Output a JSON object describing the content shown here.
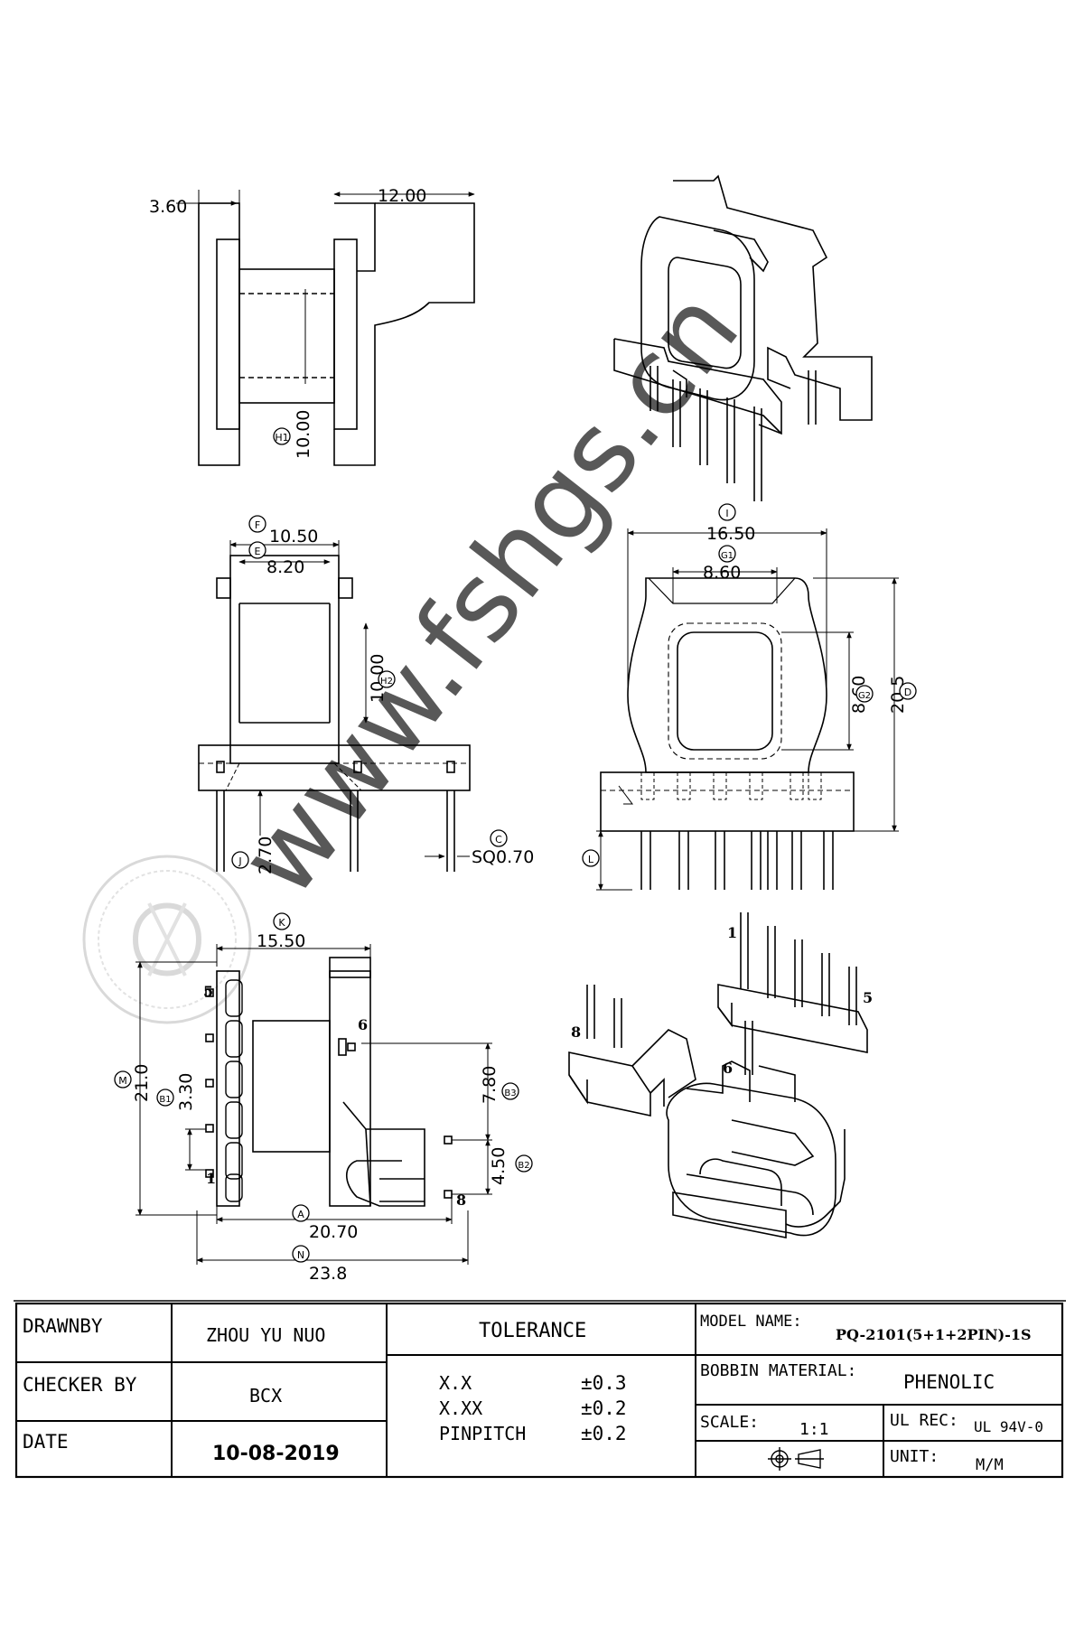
{
  "watermark": {
    "text": "www.fshgs.cn",
    "color": "#c8c8c8"
  },
  "dims": {
    "top_left_width": "3.60",
    "top_right_width": "12.00",
    "top_height": "10.00",
    "f_width": "10.50",
    "e_width": "8.20",
    "h2_height": "10.00",
    "j_pin": "2.70",
    "c_pin": "SQ0.70",
    "i_width": "16.50",
    "g1_width": "8.60",
    "g2_height": "8.60",
    "d_height": "20.5",
    "k_width": "15.50",
    "m_height": "21.0",
    "b1_pitch": "3.30",
    "b3_spacing": "7.80",
    "b2_spacing": "4.50",
    "a_width": "20.70",
    "n_width": "23.8"
  },
  "labels": {
    "h1": "H1",
    "f": "F",
    "e": "E",
    "h2": "H2",
    "j": "J",
    "c": "C",
    "i": "I",
    "g1": "G1",
    "g2": "G2",
    "d": "D",
    "l": "L",
    "k": "K",
    "m": "M",
    "b1": "B1",
    "b3": "B3",
    "b2": "B2",
    "a": "A",
    "n": "N"
  },
  "pins": {
    "p1": "1",
    "p5": "5",
    "p6": "6",
    "p8": "8"
  },
  "title_block": {
    "drawn_by_label": "DRAWNBY",
    "drawn_by_value": "ZHOU YU NUO",
    "checker_label": "CHECKER BY",
    "checker_value": "BCX",
    "date_label": "DATE",
    "date_value": "10-08-2019",
    "tolerance_label": "TOLERANCE",
    "tol_rows": [
      {
        "key": "X.X",
        "val": "±0.3"
      },
      {
        "key": "X.XX",
        "val": "±0.2"
      },
      {
        "key": "PINPITCH",
        "val": "±0.2"
      }
    ],
    "model_label": "MODEL NAME:",
    "model_value": "PQ-2101(5+1+2PIN)-1S",
    "material_label": "BOBBIN MATERIAL:",
    "material_value": "PHENOLIC",
    "scale_label": "SCALE:",
    "scale_value": "1:1",
    "ul_label": "UL REC:",
    "ul_value": "UL 94V-0",
    "unit_label": "UNIT:",
    "unit_value": "M/M"
  }
}
